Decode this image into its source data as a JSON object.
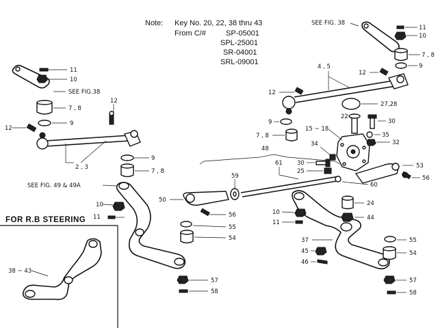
{
  "note": {
    "heading": "Note:",
    "key_line": "Key No.  20, 22, 38 thru 43",
    "from_label": "From C/#",
    "serials": [
      "SP-05001",
      "SPL-25001",
      "SR-04001",
      "SRL-09001"
    ]
  },
  "rb_box": {
    "title": "FOR R.B STEERING",
    "callout": "38 ~ 43"
  },
  "callouts": {
    "c11_left": "11",
    "c10_left": "10",
    "see38_left": "SEE FIG.38",
    "c78_left": "7 , 8",
    "c12_mid": "12",
    "c12_left": "12",
    "c9_left": "9",
    "c23": "2 , 3",
    "c9_b": "9",
    "c78_b": "7 , 8",
    "see49": "SEE FIG. 49 & 49A",
    "c10_b": "10",
    "c11_b": "11",
    "see38_right": "SEE FIG. 38",
    "c11_r": "11",
    "c10_r": "10",
    "c78_r": "7 , 8",
    "c9_r": "9",
    "c12_r": "12",
    "c45": "4 , 5",
    "c12_ctr": "12",
    "c2728": "27,28",
    "c22": "22",
    "c30_a": "30",
    "c1518": "15 ~ 18",
    "c35": "35",
    "c32": "32",
    "c9_ctr": "9",
    "c78_ctr": "7 , 8",
    "c34": "34",
    "c48": "48",
    "c30_b": "30",
    "c25": "25",
    "c61": "61",
    "c53": "53",
    "c59": "59",
    "c60": "60",
    "c50": "50",
    "c56_a": "56",
    "c55_a": "55",
    "c54_a": "54",
    "c10_c": "10",
    "c11_c": "11",
    "c24": "24",
    "c44": "44",
    "c37": "37",
    "c55_b": "55",
    "c45b": "45",
    "c54_b": "54",
    "c46": "46",
    "c57_a": "57",
    "c58_a": "58",
    "c57_b": "57",
    "c58_b": "58",
    "c56_b": "56"
  }
}
